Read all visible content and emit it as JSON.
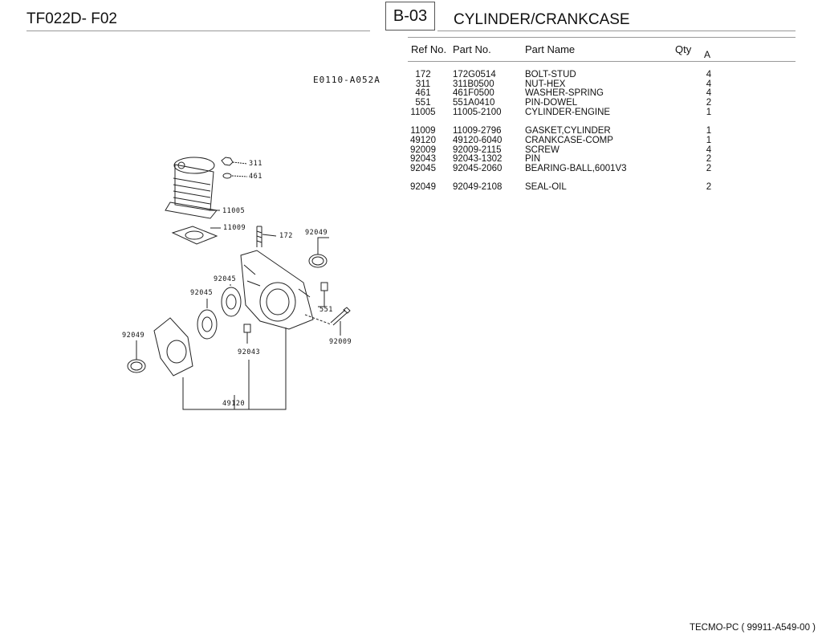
{
  "header": {
    "model": "TF022D- F02",
    "section_code": "B-03",
    "section_title": "CYLINDER/CRANKCASE"
  },
  "table_headers": {
    "ref_no": "Ref No.",
    "part_no": "Part No.",
    "part_name": "Part Name",
    "qty": "Qty",
    "qty_sub": "A"
  },
  "diagram": {
    "code": "E0110-A052A",
    "callouts": [
      "311",
      "461",
      "11005",
      "11009",
      "172",
      "92049",
      "92045",
      "92045",
      "551",
      "92049",
      "92009",
      "92043",
      "49120"
    ]
  },
  "parts": [
    {
      "ref": "172",
      "part_no": "172G0514",
      "name": "BOLT-STUD",
      "qty": "4"
    },
    {
      "ref": "311",
      "part_no": "311B0500",
      "name": "NUT-HEX",
      "qty": "4"
    },
    {
      "ref": "461",
      "part_no": "461F0500",
      "name": "WASHER-SPRING",
      "qty": "4"
    },
    {
      "ref": "551",
      "part_no": "551A0410",
      "name": "PIN-DOWEL",
      "qty": "2"
    },
    {
      "ref": "11005",
      "part_no": "11005-2100",
      "name": "CYLINDER-ENGINE",
      "qty": "1"
    },
    {
      "ref": "11009",
      "part_no": "11009-2796",
      "name": "GASKET,CYLINDER",
      "qty": "1"
    },
    {
      "ref": "49120",
      "part_no": "49120-6040",
      "name": "CRANKCASE-COMP",
      "qty": "1"
    },
    {
      "ref": "92009",
      "part_no": "92009-2115",
      "name": "SCREW",
      "qty": "4"
    },
    {
      "ref": "92043",
      "part_no": "92043-1302",
      "name": "PIN",
      "qty": "2"
    },
    {
      "ref": "92045",
      "part_no": "92045-2060",
      "name": "BEARING-BALL,6001V3",
      "qty": "2"
    },
    {
      "ref": "92049",
      "part_no": "92049-2108",
      "name": "SEAL-OIL",
      "qty": "2"
    }
  ],
  "footer": "TECMO-PC  ( 99911-A549-00 )"
}
